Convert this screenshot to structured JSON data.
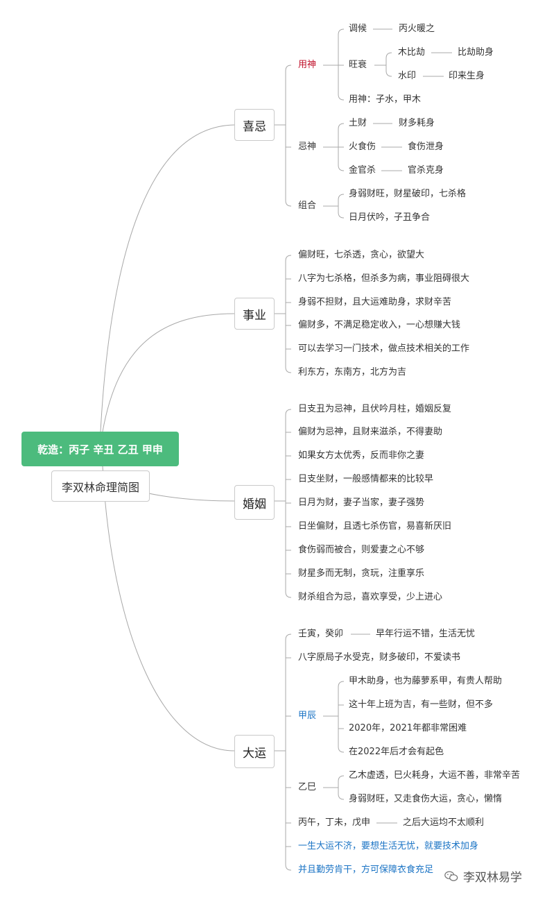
{
  "root": {
    "title": "乾造：丙子 辛丑 乙丑 甲申",
    "subtitle": "李双林命理简图"
  },
  "branches": {
    "xiji": "喜忌",
    "shiye": "事业",
    "hunyin": "婚姻",
    "dayun": "大运"
  },
  "xiji": {
    "yongshen": "用神",
    "tiaohou": "调候",
    "tiaohou_val": "丙火暖之",
    "wangshuai": "旺衰",
    "mubijie": "木比劫",
    "mubijie_val": "比劫助身",
    "shuiyin": "水印",
    "shuiyin_val": "印来生身",
    "yongshen_val": "用神：子水，甲木",
    "jishen": "忌神",
    "tucai": "土财",
    "tucai_val": "财多耗身",
    "huoshishang": "火食伤",
    "huoshishang_val": "食伤泄身",
    "jinguansha": "金官杀",
    "jinguansha_val": "官杀克身",
    "zuhe": "组合",
    "zuhe_1": "身弱财旺，财星破印，七杀格",
    "zuhe_2": "日月伏吟，子丑争合"
  },
  "shiye": [
    "偏财旺，七杀透，贪心，欲望大",
    "八字为七杀格，但杀多为病，事业阻碍很大",
    "身弱不担财，且大运难助身，求财辛苦",
    "偏财多，不满足稳定收入，一心想赚大钱",
    "可以去学习一门技术，做点技术相关的工作",
    "利东方，东南方，北方为吉"
  ],
  "hunyin": [
    "日支丑为忌神，且伏吟月柱，婚姻反复",
    "偏财为忌神，且财来滋杀，不得妻助",
    "如果女方太优秀，反而非你之妻",
    "日支坐财，一般感情都来的比较早",
    "日月为财，妻子当家，妻子强势",
    "日坐偏财，且透七杀伤官，易喜新厌旧",
    "食伤弱而被合，则爱妻之心不够",
    "财星多而无制，贪玩，注重享乐",
    "财杀组合为忌，喜欢享受，少上进心"
  ],
  "dayun": {
    "renyin": "壬寅，癸卯",
    "renyin_val": "早年行运不错，生活无忧",
    "yuanju": "八字原局子水受克，财多破印，不爱读书",
    "jiachen": "甲辰",
    "jiachen_items": [
      "甲木助身，也为藤萝系甲，有贵人帮助",
      "这十年上班为吉，有一些财，但不多",
      "2020年，2021年都非常困难",
      "在2022年后才会有起色"
    ],
    "yisi": "乙巳",
    "yisi_items": [
      "乙木虚透，巳火耗身，大运不善，非常辛苦",
      "身弱财旺，又走食伤大运，贪心，懒惰"
    ],
    "bingwu": "丙午，丁未，戊申",
    "bingwu_val": "之后大运均不太顺利",
    "conclusion_1": "一生大运不济，要想生活无忧，就要技术加身",
    "conclusion_2": "并且勤劳肯干，方可保障衣食充足"
  },
  "watermark": "李双林易学",
  "colors": {
    "root": "#4cbb7d",
    "yongshen": "#c0102a",
    "highlight": "#1a73c4",
    "line": "#9a9a9a"
  }
}
